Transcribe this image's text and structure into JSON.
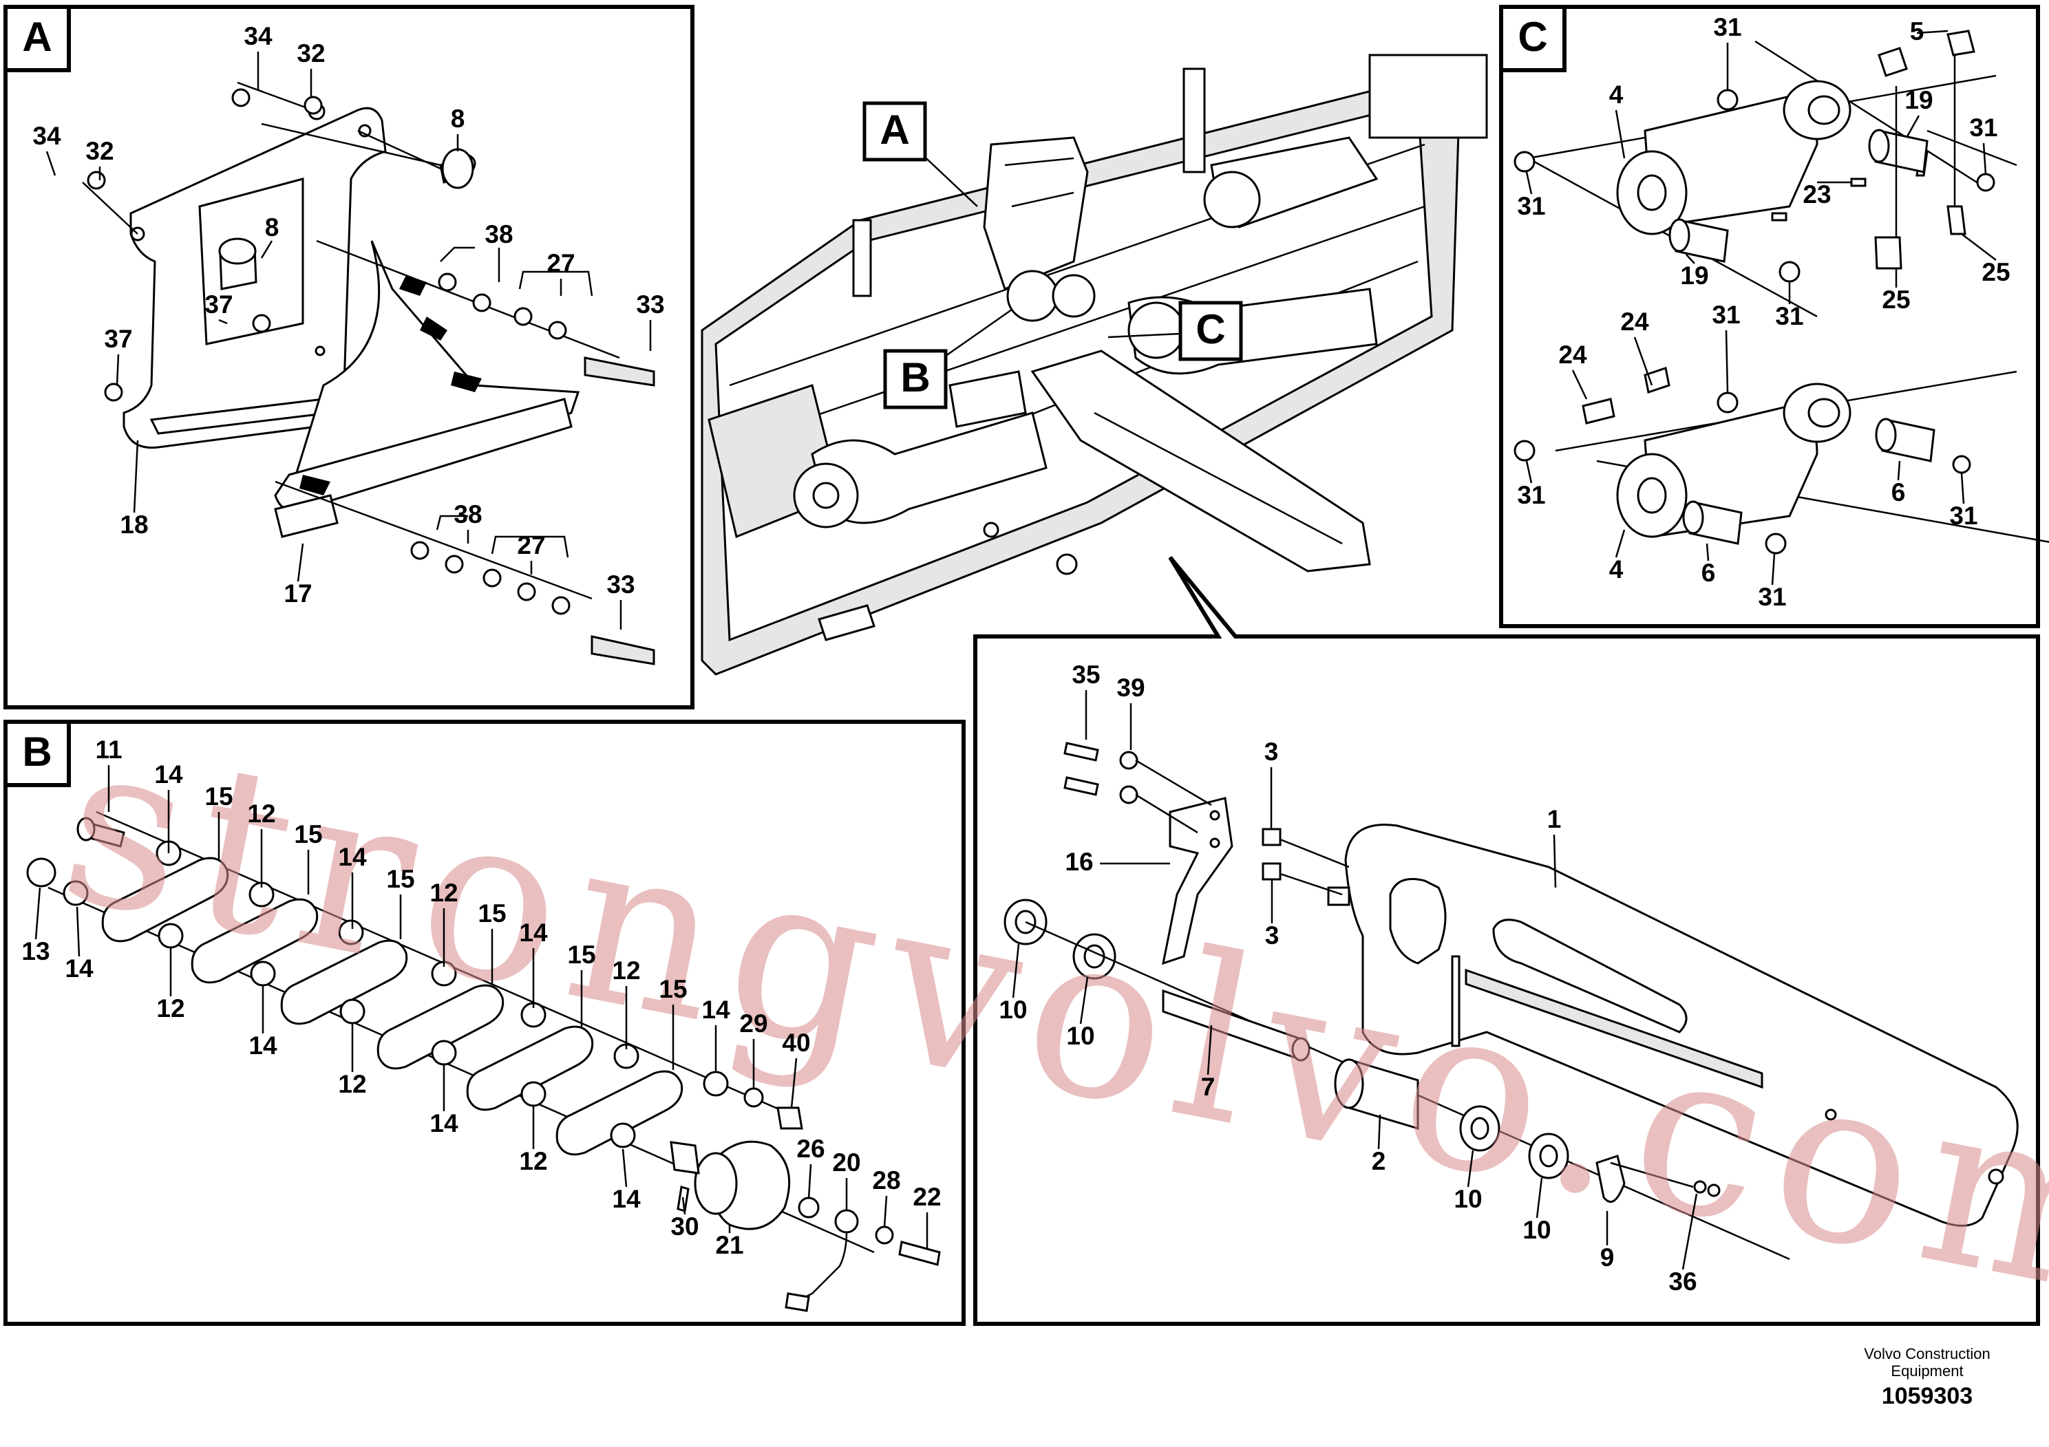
{
  "views": {
    "A": {
      "letter": "A",
      "labels": [
        "34",
        "32",
        "8",
        "34",
        "32",
        "8",
        "38",
        "27",
        "33",
        "37",
        "37",
        "18",
        "38",
        "27",
        "17",
        "33"
      ]
    },
    "B": {
      "letter": "B",
      "labels": [
        "11",
        "14",
        "15",
        "12",
        "15",
        "14",
        "15",
        "12",
        "15",
        "14",
        "15",
        "12",
        "15",
        "13",
        "14",
        "12",
        "14",
        "12",
        "14",
        "12",
        "14",
        "29",
        "40",
        "14",
        "26",
        "20",
        "28",
        "22",
        "30",
        "21"
      ]
    },
    "C": {
      "letter": "C",
      "labels": [
        "31",
        "5",
        "4",
        "19",
        "31",
        "31",
        "23",
        "25",
        "19",
        "31",
        "25",
        "24",
        "31",
        "24",
        "31",
        "6",
        "31",
        "4",
        "6",
        "31"
      ]
    },
    "D": {
      "labels": [
        "35",
        "39",
        "3",
        "1",
        "16",
        "3",
        "10",
        "10",
        "7",
        "2",
        "10",
        "10",
        "9",
        "36"
      ]
    }
  },
  "overview_callouts": {
    "A": "A",
    "B": "B",
    "C": "C"
  },
  "watermark": "strongvolvo.com",
  "footer": {
    "company_line1": "Volvo Construction",
    "company_line2": "Equipment",
    "doc_number": "1059303"
  }
}
